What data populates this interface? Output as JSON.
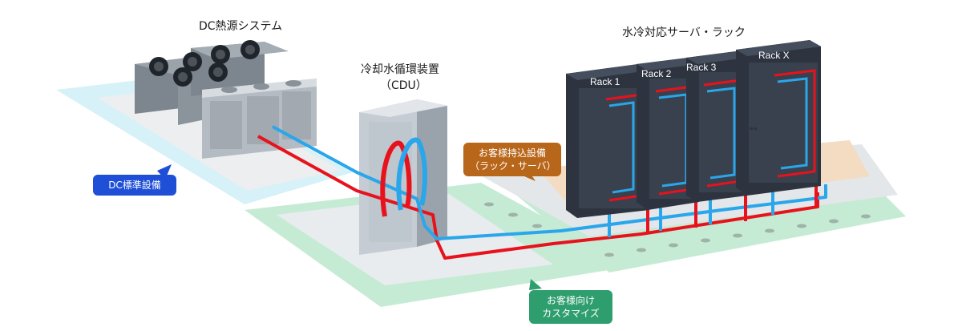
{
  "labels": {
    "heat_source": "DC熱源システム",
    "cdu_title": "冷却水循環装置",
    "cdu_sub": "（CDU）",
    "racks_title": "水冷対応サーバ・ラック"
  },
  "bubbles": {
    "dc_standard": "DC標準設備",
    "customer_brought_line1": "お客様持込設備",
    "customer_brought_line2": "（ラック・サーバ）",
    "customer_custom_line1": "お客様向け",
    "customer_custom_line2": "カスタマイズ"
  },
  "racks": [
    "Rack 1",
    "Rack 2",
    "Rack 3",
    "Rack X"
  ],
  "ellipsis": "•••",
  "colors": {
    "hot_pipe": "#e8121c",
    "cold_pipe": "#2aa6ea",
    "dc_bubble": "#1f4fd6",
    "customer_bubble": "#b8661a",
    "custom_bubble": "#2e9e6e",
    "floor_blue": "#cfeef6",
    "floor_green": "#bfe8cf",
    "floor_orange": "#f3dcc2",
    "rack_body": "#2d3440"
  }
}
